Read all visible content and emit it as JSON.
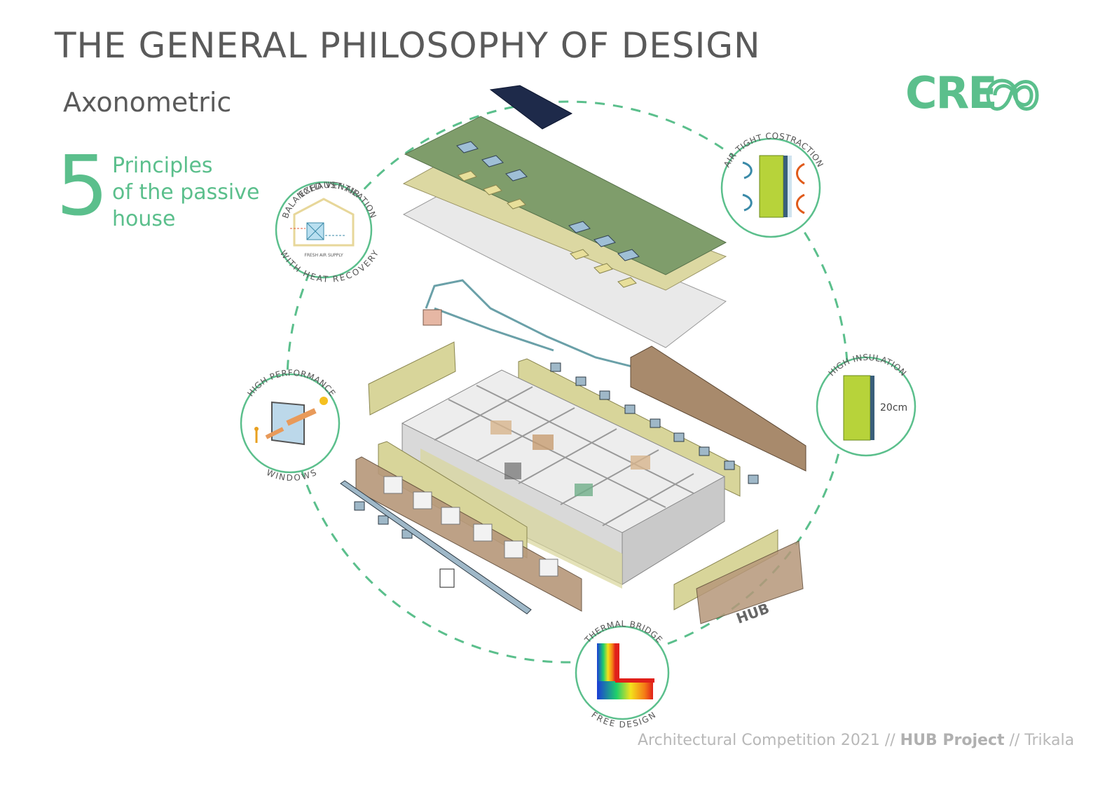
{
  "header": {
    "title": "THE GENERAL PHILOSOPHY OF DESIGN",
    "subtitle": "Axonometric"
  },
  "principles": {
    "number": "5",
    "line1": "Principles",
    "line2": "of the passive",
    "line3": "house"
  },
  "logo": {
    "text": "CRE",
    "color": "#5bbf8c"
  },
  "badges": {
    "ventilation": {
      "top": "BALANCED VENTILATION",
      "bottom": "WITH HEAT RECOVERY",
      "inner_top": "EXHAUST AIR",
      "inner_bottom": "FRESH AIR SUPPLY"
    },
    "airtight": {
      "top": "AIR TIGHT COSTRACTION"
    },
    "insulation": {
      "top": "HIGH INSULATION",
      "value": "20cm"
    },
    "windows": {
      "top": "HIGH PERFORMANCE",
      "bottom": "WINDOWS"
    },
    "thermal": {
      "top": "THERMAL BRIDGE",
      "bottom": "FREE DESIGN"
    }
  },
  "building_label": "HUB",
  "footer": {
    "part1": "Architectural Competition 2021 // ",
    "bold": "HUB Project",
    "part2": " // Trikala"
  },
  "colors": {
    "accent": "#5bbf8c",
    "roof_green": "#7d9b6a",
    "insulation_yellow": "#d8d59a",
    "wall_wood": "#a88a6c"
  }
}
